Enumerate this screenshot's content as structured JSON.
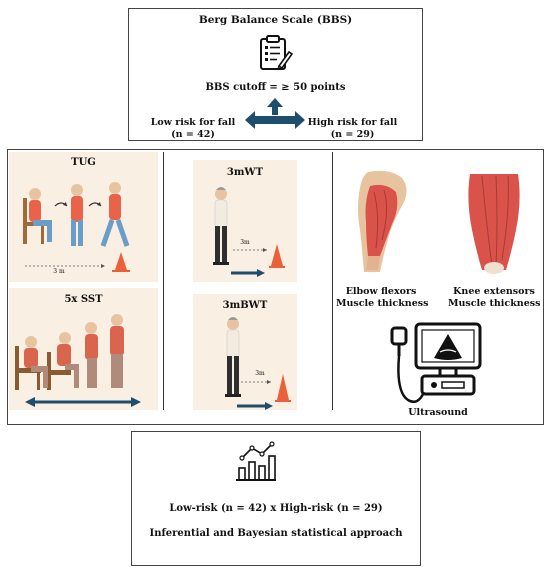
{
  "top": {
    "title": "Berg Balance Scale (BBS)",
    "cutoff": "BBS cutoff = ≥ 50 points",
    "low_label": "Low risk for fall",
    "low_n": "(n = 42)",
    "high_label": "High risk for fall",
    "high_n": "(n = 29)"
  },
  "tests": {
    "tug": {
      "title": "TUG",
      "distance": "3 m"
    },
    "sst": {
      "title": "5x SST"
    },
    "wt": {
      "title": "3mWT",
      "distance": "3m"
    },
    "bwt": {
      "title": "3mBWT",
      "distance": "3m"
    }
  },
  "muscles": {
    "elbow_line1": "Elbow flexors",
    "elbow_line2": "Muscle thickness",
    "knee_line1": "Knee extensors",
    "knee_line2": "Muscle thickness",
    "ultrasound": "Ultrasound"
  },
  "bottom": {
    "comparison": "Low-risk (n = 42) x High-risk (n = 29)",
    "approach": "Inferential and Bayesian statistical approach"
  },
  "colors": {
    "arrow_blue": "#1d4e6e",
    "shirt_orange": "#e8634a",
    "pants_blue": "#6a9ec8",
    "cone_orange": "#e8613b",
    "muscle_red": "#d9534b",
    "panel_beige": "#f9efe2"
  }
}
